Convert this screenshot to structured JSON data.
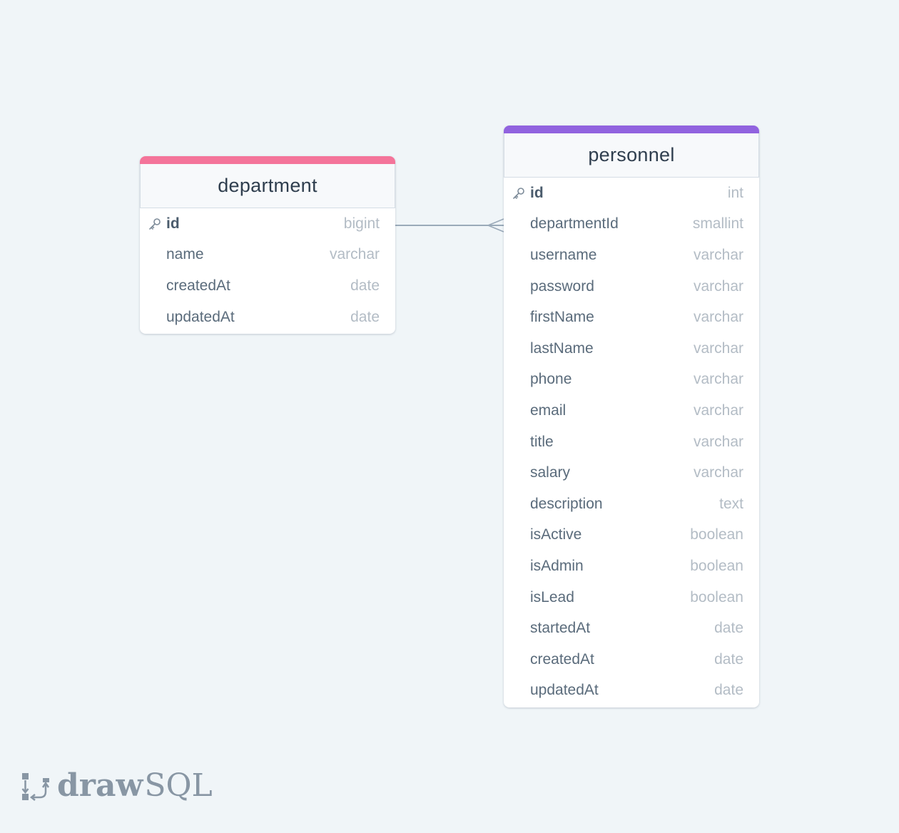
{
  "tables": {
    "department": {
      "name": "department",
      "accent_color": "#f4749a",
      "columns": [
        {
          "name": "id",
          "type": "bigint",
          "primary_key": true
        },
        {
          "name": "name",
          "type": "varchar"
        },
        {
          "name": "createdAt",
          "type": "date"
        },
        {
          "name": "updatedAt",
          "type": "date"
        }
      ]
    },
    "personnel": {
      "name": "personnel",
      "accent_color": "#9163df",
      "columns": [
        {
          "name": "id",
          "type": "int",
          "primary_key": true
        },
        {
          "name": "departmentId",
          "type": "smallint"
        },
        {
          "name": "username",
          "type": "varchar"
        },
        {
          "name": "password",
          "type": "varchar"
        },
        {
          "name": "firstName",
          "type": "varchar"
        },
        {
          "name": "lastName",
          "type": "varchar"
        },
        {
          "name": "phone",
          "type": "varchar"
        },
        {
          "name": "email",
          "type": "varchar"
        },
        {
          "name": "title",
          "type": "varchar"
        },
        {
          "name": "salary",
          "type": "varchar"
        },
        {
          "name": "description",
          "type": "text"
        },
        {
          "name": "isActive",
          "type": "boolean"
        },
        {
          "name": "isAdmin",
          "type": "boolean"
        },
        {
          "name": "isLead",
          "type": "boolean"
        },
        {
          "name": "startedAt",
          "type": "date"
        },
        {
          "name": "createdAt",
          "type": "date"
        },
        {
          "name": "updatedAt",
          "type": "date"
        }
      ]
    }
  },
  "relations": [
    {
      "from": "department.id",
      "to": "personnel.departmentId",
      "cardinality": "one-to-many"
    }
  ],
  "logo": {
    "draw": "draw",
    "sql": "SQL"
  }
}
